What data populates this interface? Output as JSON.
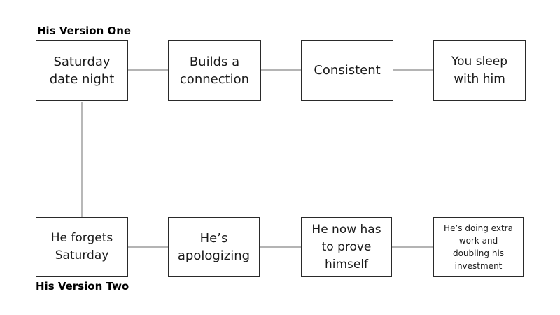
{
  "labels": {
    "version_one": "His Version One",
    "version_two": "His Version Two"
  },
  "row_one": [
    {
      "text": "Saturday\ndate night"
    },
    {
      "text": "Builds a\nconnection"
    },
    {
      "text": "Consistent"
    },
    {
      "text": "You sleep\nwith him"
    }
  ],
  "row_two": [
    {
      "text": "He forgets\nSaturday"
    },
    {
      "text": "He’s\napologizing"
    },
    {
      "text": "He now has\nto prove\nhimself"
    },
    {
      "text": "He’s doing extra\nwork and\ndoubling his\ninvestment"
    }
  ],
  "colors": {
    "box_border": "#2a2a2a",
    "connector": "#888888"
  }
}
